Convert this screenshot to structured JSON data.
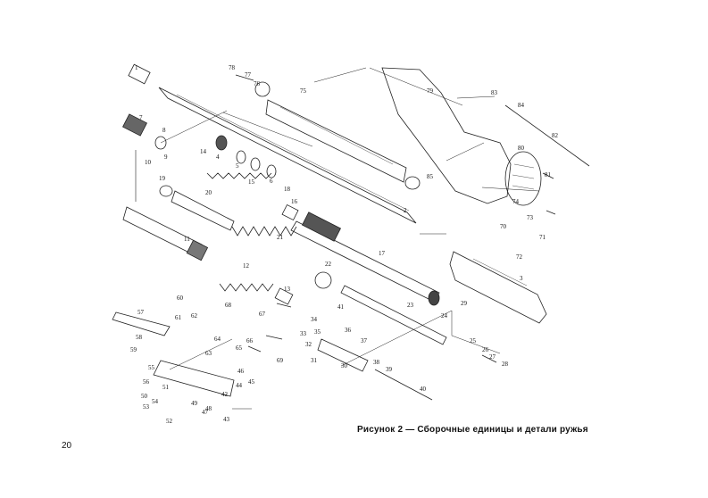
{
  "figure": {
    "caption": "Рисунок 2 — Сборочные единицы и детали ружья",
    "page_number": "20",
    "callouts": [
      "1",
      "2",
      "3",
      "4",
      "5",
      "6",
      "7",
      "8",
      "9",
      "10",
      "11",
      "12",
      "13",
      "14",
      "15",
      "16",
      "17",
      "18",
      "19",
      "20",
      "21",
      "22",
      "23",
      "24",
      "25",
      "26",
      "27",
      "28",
      "29",
      "30",
      "31",
      "32",
      "33",
      "34",
      "35",
      "36",
      "37",
      "38",
      "39",
      "40",
      "41",
      "42",
      "43",
      "44",
      "45",
      "46",
      "47",
      "48",
      "49",
      "50",
      "51",
      "52",
      "53",
      "54",
      "55",
      "56",
      "57",
      "58",
      "59",
      "60",
      "61",
      "62",
      "63",
      "64",
      "65",
      "66",
      "67",
      "68",
      "69",
      "70",
      "71",
      "72",
      "73",
      "74",
      "75",
      "76",
      "77",
      "78",
      "79",
      "80",
      "81",
      "82",
      "83",
      "84",
      "85"
    ]
  }
}
